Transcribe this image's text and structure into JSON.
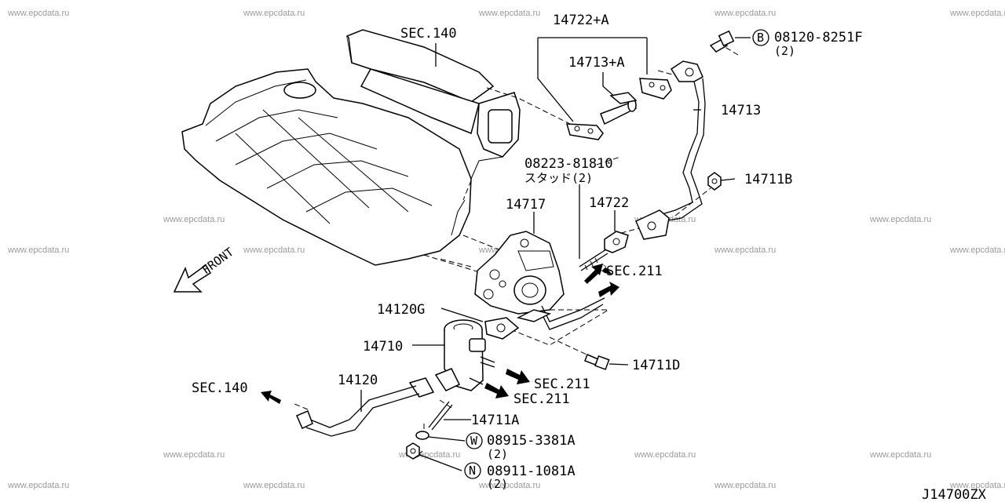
{
  "watermark": "www.epcdata.ru",
  "diagram_id": "J14700ZX",
  "front_label": "FRONT",
  "labels": {
    "sec140_top": "SEC.140",
    "p14722A": "14722+A",
    "p14713A": "14713+A",
    "bolt_code": "08120-8251F",
    "bolt_qty": "(2)",
    "bolt_circle": "B",
    "p14713": "14713",
    "stud_code": "08223-81810",
    "stud_text": "スタッド(2)",
    "p14711B": "14711B",
    "p14717": "14717",
    "p14722": "14722",
    "sec211_a": "SEC.211",
    "p14120G": "14120G",
    "p14710": "14710",
    "p14711D": "14711D",
    "p14120": "14120",
    "sec140_left": "SEC.140",
    "sec211_b": "SEC.211",
    "sec211_c": "SEC.211",
    "p14711A": "14711A",
    "washer_circle": "W",
    "washer_code": "08915-3381A",
    "washer_qty": "(2)",
    "nut_circle": "N",
    "nut_code": "08911-1081A",
    "nut_qty": "(2)"
  }
}
